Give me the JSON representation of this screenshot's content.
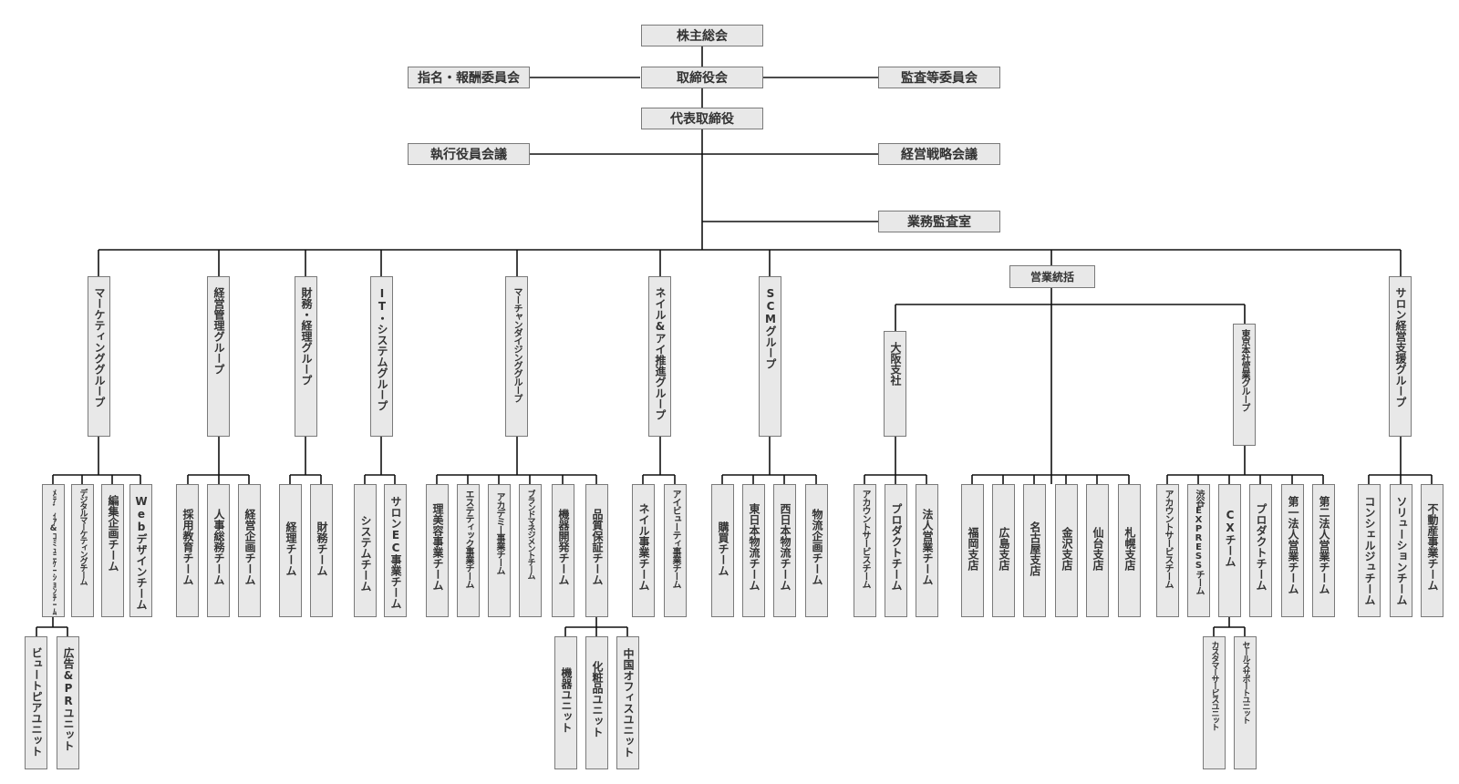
{
  "colors": {
    "box_fill": "#e8e8e8",
    "box_border": "#7a7a7a",
    "line": "#111111",
    "text": "#333333"
  },
  "governance": {
    "shareholders_meeting": "株主総会",
    "board": "取締役会",
    "nomination_committee": "指名・報酬委員会",
    "audit_committee": "監査等委員会",
    "ceo": "代表取締役",
    "executive_meeting": "執行役員会議",
    "strategy_meeting": "経営戦略会議",
    "internal_audit": "業務監査室"
  },
  "groups": {
    "marketing": {
      "name": "マーケティンググループ",
      "teams": [
        "ﾒﾃﾞｨｱ&ｺﾐｭﾆｹｰｼｮﾝﾁｰﾑ",
        "デジタルマーケティングチーム",
        "編集企画チーム",
        "Webデザインチーム"
      ],
      "units": [
        "ビュートピアユニット",
        "広告&PRユニット"
      ]
    },
    "management": {
      "name": "経営管理グループ",
      "teams": [
        "採用教育チーム",
        "人事総務チーム",
        "経営企画チーム"
      ]
    },
    "finance": {
      "name": "財務・経理グループ",
      "teams": [
        "経理チーム",
        "財務チーム"
      ]
    },
    "it": {
      "name": "IT・システムグループ",
      "teams": [
        "システムチーム",
        "サロンEC事業チーム"
      ]
    },
    "merchandising": {
      "name": "マーチャンダイジンググループ",
      "teams": [
        "理美容事業チーム",
        "エステティック事業チーム",
        "アカデミー事業チーム",
        "ブランドマネジメントチーム",
        "機器開発チーム",
        "品質保証チーム"
      ],
      "units": [
        "機器ユニット",
        "化粧品ユニット",
        "中国オフィスユニット"
      ]
    },
    "nail": {
      "name": "ネイル&アイ推進グループ",
      "teams": [
        "ネイル事業チーム",
        "アイビューティ事業チーム"
      ]
    },
    "scm": {
      "name": "SCMグループ",
      "teams": [
        "購買チーム",
        "東日本物流チーム",
        "西日本物流チーム",
        "物流企画チーム"
      ]
    },
    "sales": {
      "name": "営業統括",
      "osaka": {
        "name": "大阪支社",
        "teams": [
          "アカウントサービスチーム",
          "プロダクトチーム",
          "法人営業チーム"
        ]
      },
      "branches": [
        "福岡支店",
        "広島支店",
        "名古屋支店",
        "金沢支店",
        "仙台支店",
        "札幌支店"
      ],
      "tokyo": {
        "name": "東京本社営業グループ",
        "teams": [
          "アカウントサービスチーム",
          "渋谷EXPRESSチーム",
          "CXチーム",
          "プロダクトチーム",
          "第一法人営業チーム",
          "第二法人営業チーム"
        ],
        "units": [
          "カスタマーサービスユニット",
          "セールスサポートユニット"
        ]
      }
    },
    "salon": {
      "name": "サロン経営支援グループ",
      "teams": [
        "コンシェルジュチーム",
        "ソリューションチーム",
        "不動産事業チーム"
      ]
    }
  }
}
